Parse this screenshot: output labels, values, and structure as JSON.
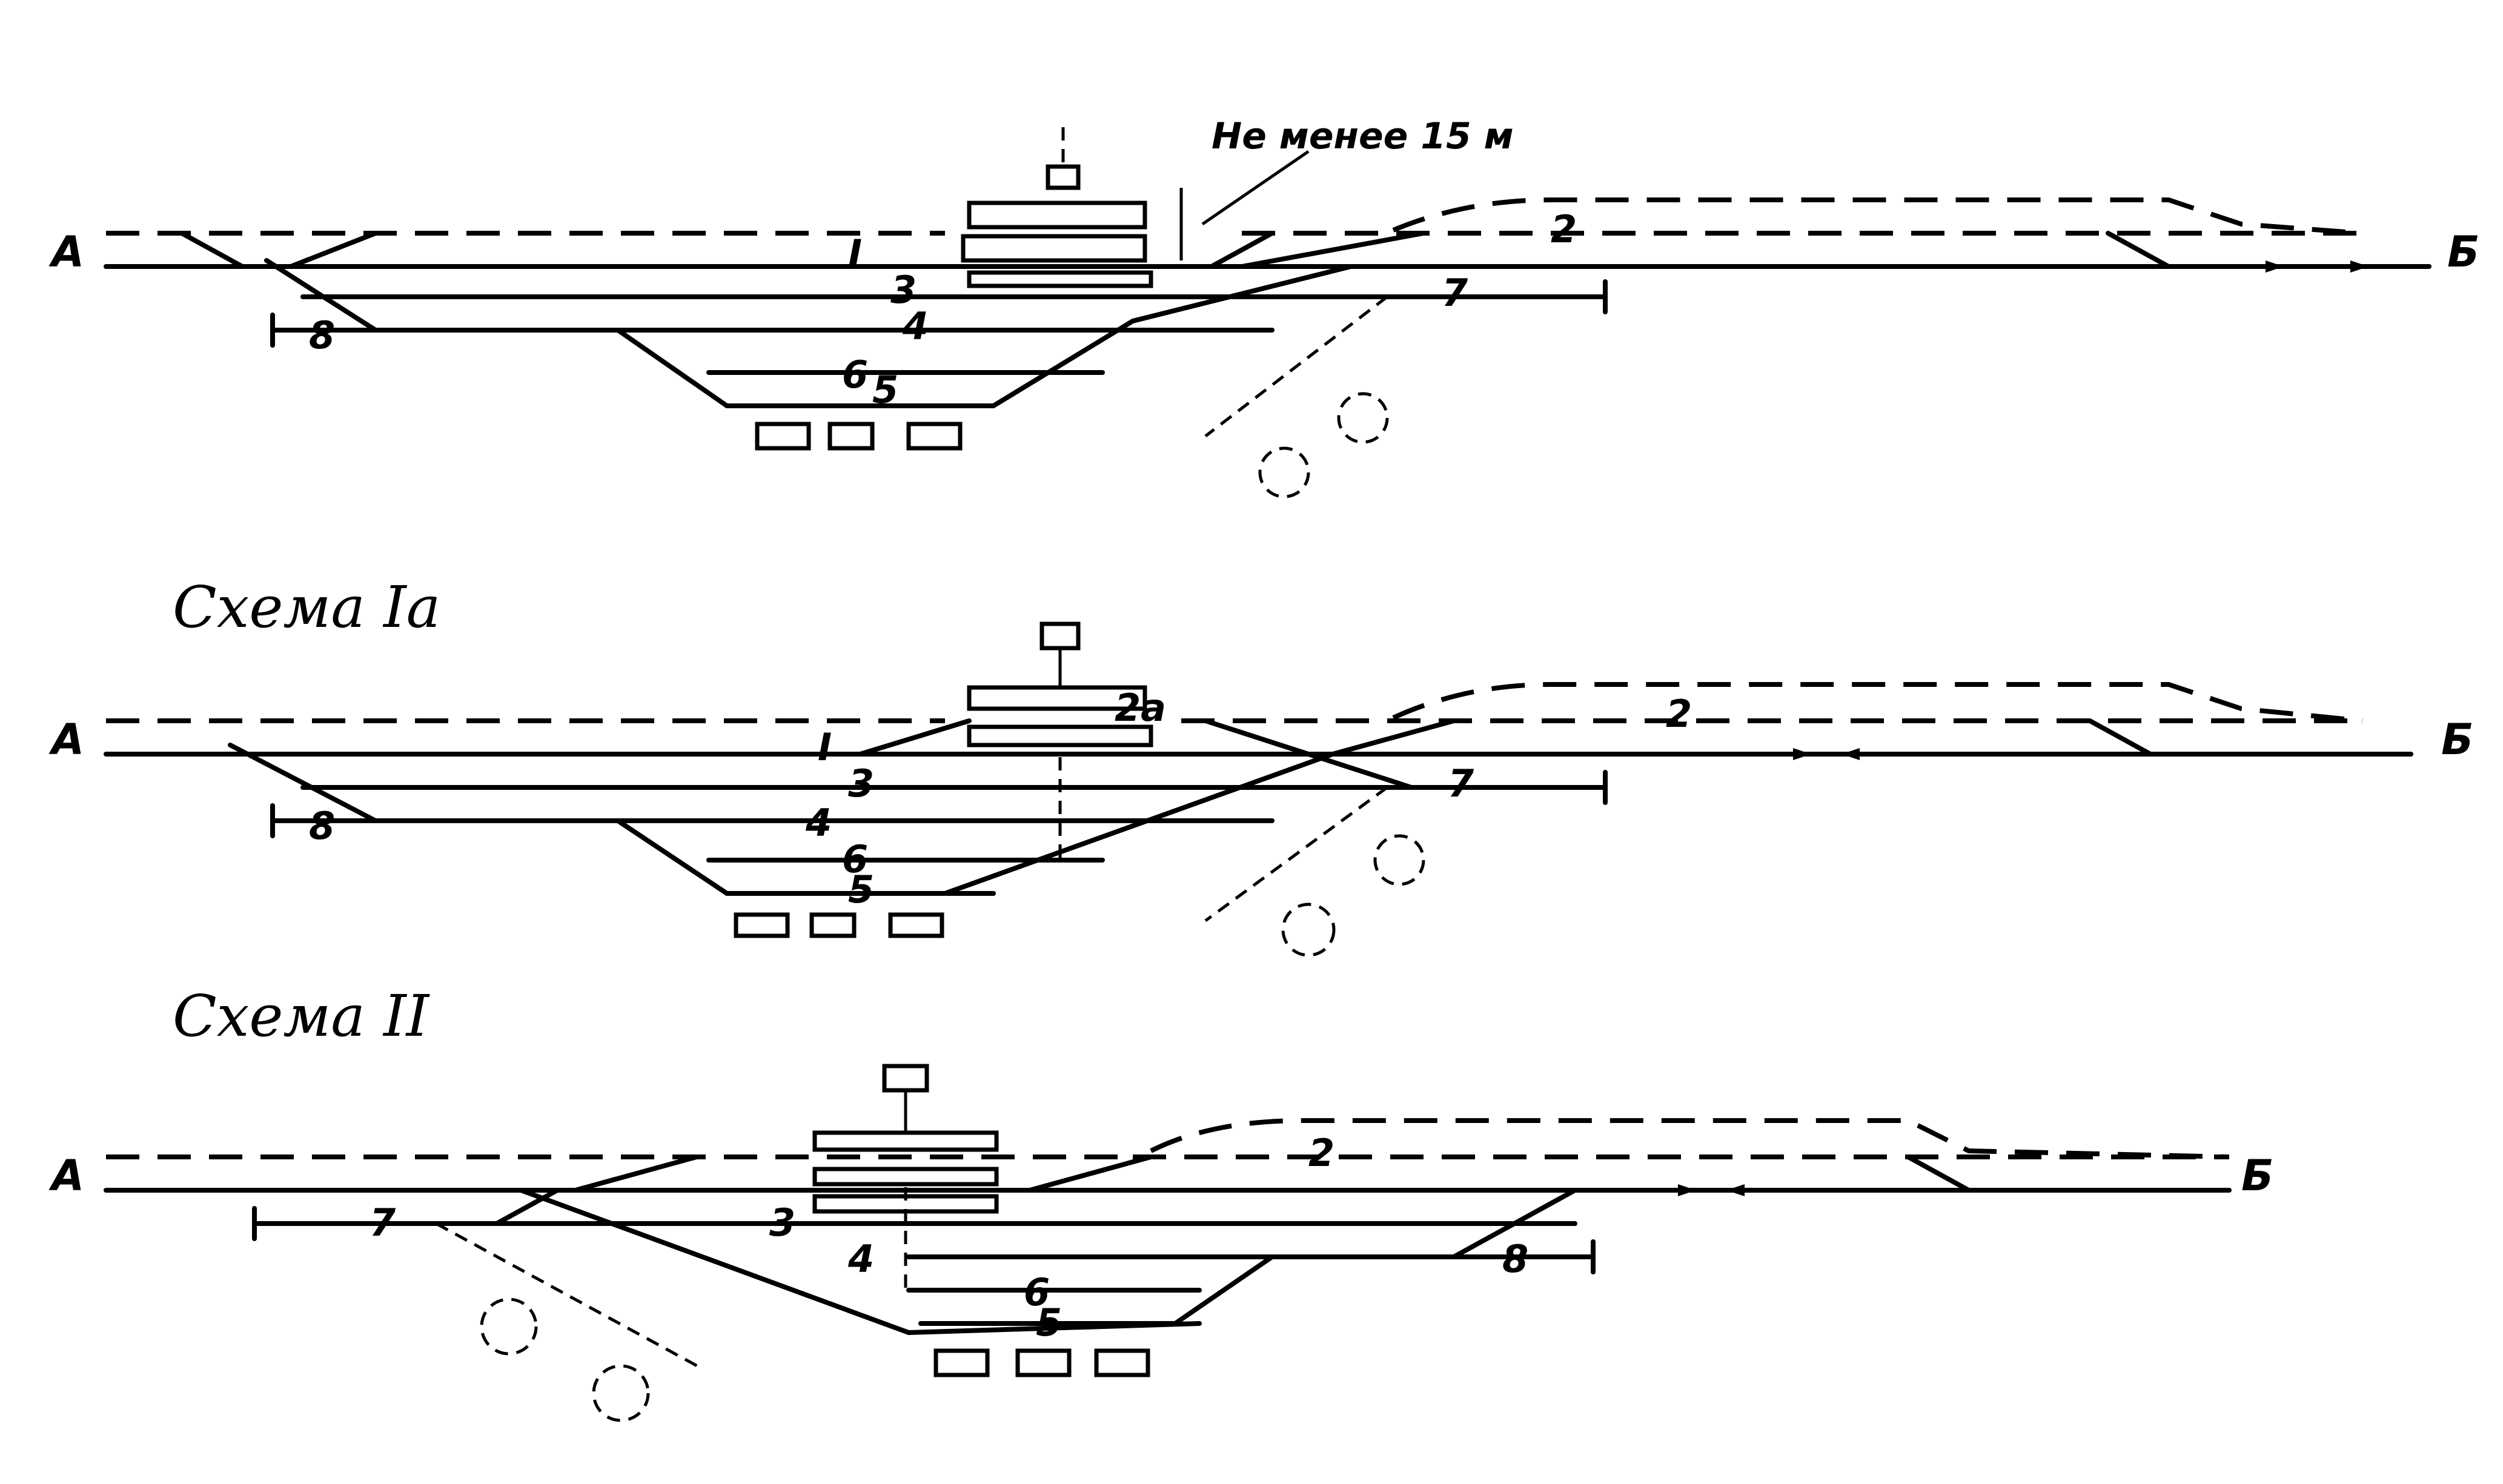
{
  "note_distance": "Не менее 15 м",
  "schemes": [
    {
      "title": "",
      "end_a": "А",
      "end_b": "Б",
      "tracks": {
        "t1": "I",
        "t2": "2",
        "t3": "3",
        "t4": "4",
        "t5": "5",
        "t6": "6",
        "t7": "7",
        "t8": "8"
      }
    },
    {
      "title": "Схема Iа",
      "end_a": "А",
      "end_b": "Б",
      "tracks": {
        "t1": "I",
        "t2": "2",
        "t2a": "2а",
        "t3": "3",
        "t4": "4",
        "t5": "5",
        "t6": "6",
        "t7": "7",
        "t8": "8"
      }
    },
    {
      "title": "Схема II",
      "end_a": "А",
      "end_b": "Б",
      "tracks": {
        "t2": "2",
        "t3": "3",
        "t4": "4",
        "t5": "5",
        "t6": "6",
        "t7": "7",
        "t8": "8"
      }
    }
  ]
}
